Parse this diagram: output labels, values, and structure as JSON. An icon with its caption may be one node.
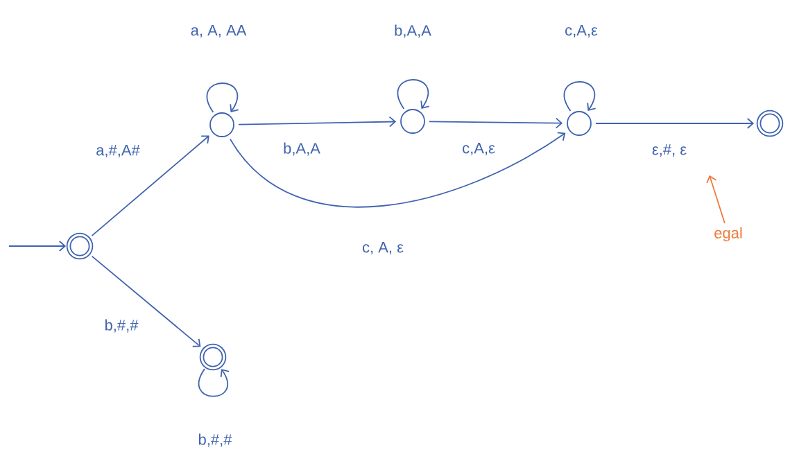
{
  "diagram": {
    "nodes": [
      {
        "text": [],
        "shape": "doublecircle"
      },
      {
        "text": [],
        "shape": "circle"
      },
      {
        "text": [],
        "shape": "circle"
      },
      {
        "text": [],
        "shape": "circle"
      },
      {
        "text": [],
        "shape": "doublecircle"
      },
      {
        "text": [],
        "shape": "doublecircle"
      },
      {
        "text": [
          "egal"
        ]
      }
    ],
    "edges": [
      {
        "from": null,
        "to": 0,
        "arrow": "to"
      },
      {
        "from": 0,
        "to": 1,
        "arrow": "to",
        "label": "a,#,A#"
      },
      {
        "from": 1,
        "to": 1,
        "arrow": "to",
        "label": "a, A, AA"
      },
      {
        "from": 1,
        "to": 2,
        "arrow": "to",
        "label": "b,A,A"
      },
      {
        "from": 2,
        "to": 2,
        "arrow": "to",
        "label": "b,A,A"
      },
      {
        "from": 2,
        "to": 3,
        "arrow": "to",
        "label": "c,A,ε"
      },
      {
        "from": 3,
        "to": 3,
        "arrow": "to",
        "label": "c,A,ε"
      },
      {
        "from": 1,
        "to": 3,
        "arrow": "to",
        "label": "c, A, ε"
      },
      {
        "from": 3,
        "to": 4,
        "arrow": "to",
        "label": "ε,#, ε"
      },
      {
        "from": 0,
        "to": 5,
        "arrow": "to",
        "label": "b,#,#"
      },
      {
        "from": 5,
        "to": 5,
        "arrow": "to",
        "label": "b,#,#"
      },
      {
        "from": 6,
        "to": null,
        "arrow": "to",
        "color": "#f07a3a"
      }
    ]
  }
}
